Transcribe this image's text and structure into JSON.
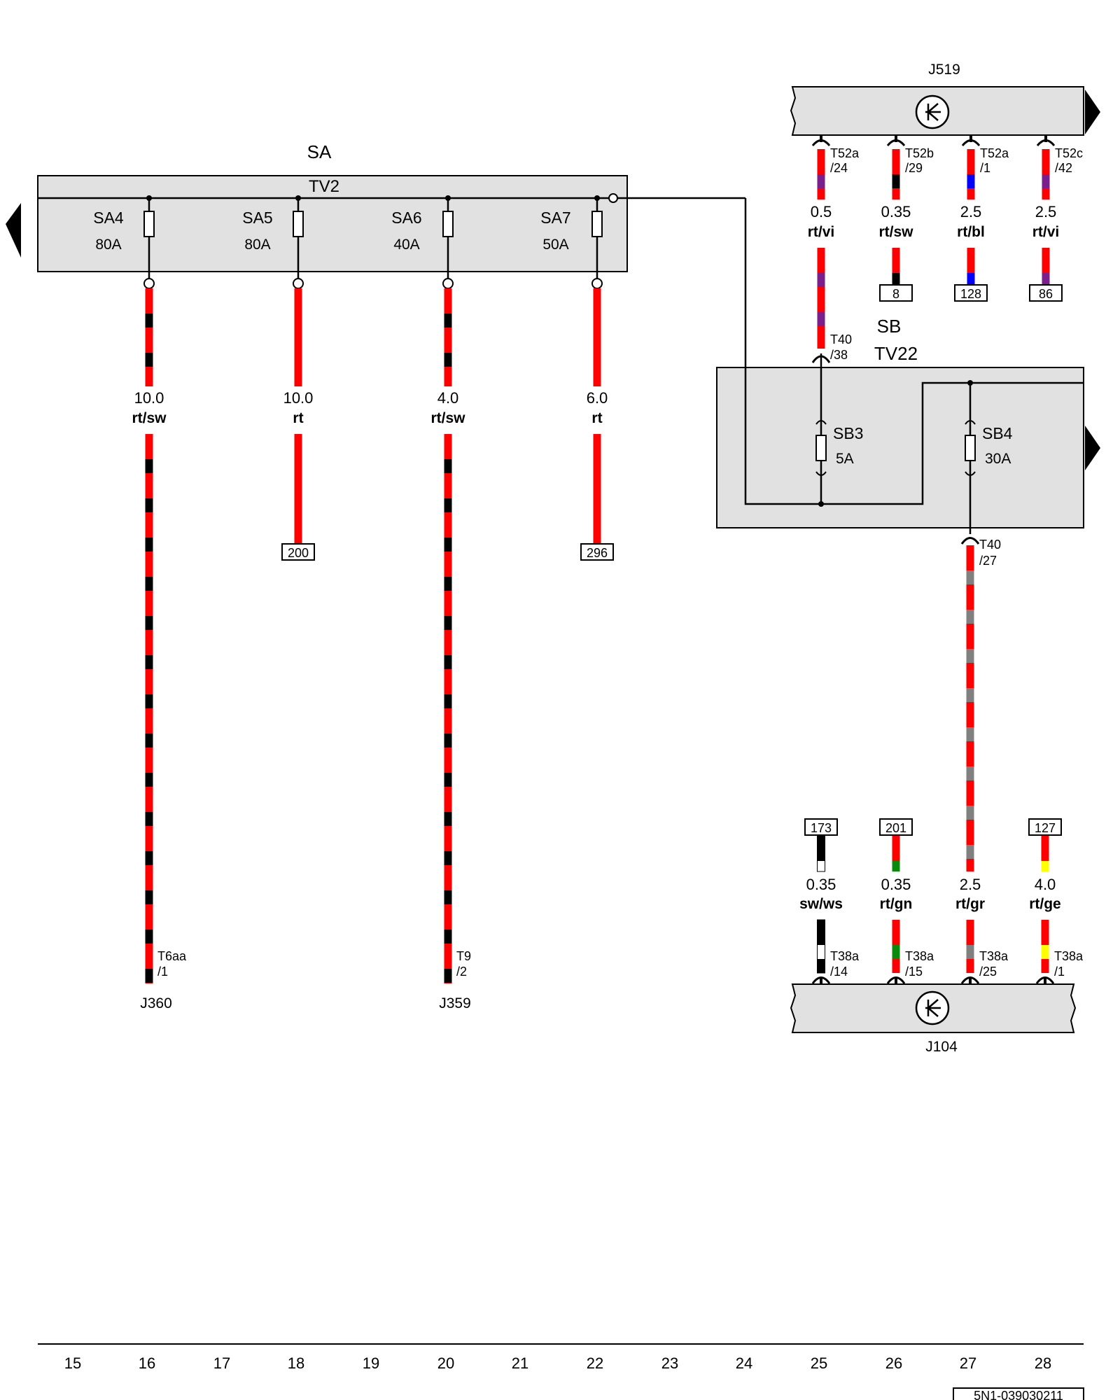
{
  "colors": {
    "panel": "#e1e1e1",
    "red": "#ff0000",
    "black": "#000000",
    "violet": "#7a1f8c",
    "blue": "#0000ff",
    "grey": "#808080",
    "green": "#0a8a0a",
    "yellow": "#ffff00",
    "white": "#ffffff"
  },
  "sa": {
    "title": "SA",
    "bar": "TV2",
    "fuses": [
      {
        "name": "SA4",
        "amp": "80A"
      },
      {
        "name": "SA5",
        "amp": "80A"
      },
      {
        "name": "SA6",
        "amp": "40A"
      },
      {
        "name": "SA7",
        "amp": "50A"
      }
    ]
  },
  "sa_wires": [
    {
      "size": "10.0",
      "code": "rt/sw",
      "colors": [
        "red",
        "black"
      ],
      "end_label": "",
      "connector": "T6aa",
      "pin": "/1",
      "component": "J360"
    },
    {
      "size": "10.0",
      "code": "rt",
      "colors": [
        "red"
      ],
      "end_label": "200",
      "connector": "",
      "pin": "",
      "component": ""
    },
    {
      "size": "4.0",
      "code": "rt/sw",
      "colors": [
        "red",
        "black"
      ],
      "end_label": "",
      "connector": "T9",
      "pin": "/2",
      "component": "J359"
    },
    {
      "size": "6.0",
      "code": "rt",
      "colors": [
        "red"
      ],
      "end_label": "296",
      "connector": "",
      "pin": "",
      "component": ""
    }
  ],
  "j519": {
    "label": "J519",
    "pins": [
      {
        "connector": "T52a",
        "pin": "/24",
        "size": "0.5",
        "code": "rt/vi",
        "colors": [
          "red",
          "violet"
        ],
        "end_label": ""
      },
      {
        "connector": "T52b",
        "pin": "/29",
        "size": "0.35",
        "code": "rt/sw",
        "colors": [
          "red",
          "black"
        ],
        "end_label": "8"
      },
      {
        "connector": "T52a",
        "pin": "/1",
        "size": "2.5",
        "code": "rt/bl",
        "colors": [
          "red",
          "blue"
        ],
        "end_label": "128"
      },
      {
        "connector": "T52c",
        "pin": "/42",
        "size": "2.5",
        "code": "rt/vi",
        "colors": [
          "red",
          "violet"
        ],
        "end_label": "86"
      }
    ]
  },
  "sb": {
    "title": "SB",
    "bar": "TV22",
    "in_connector": "T40",
    "in_pin": "/38",
    "fuses": [
      {
        "name": "SB3",
        "amp": "5A"
      },
      {
        "name": "SB4",
        "amp": "30A"
      }
    ],
    "out_connector": "T40",
    "out_pin": "/27"
  },
  "j104": {
    "label": "J104",
    "pins": [
      {
        "start_label": "173",
        "size": "0.35",
        "code": "sw/ws",
        "colors": [
          "black",
          "white"
        ],
        "connector": "T38a",
        "pin": "/14"
      },
      {
        "start_label": "201",
        "size": "0.35",
        "code": "rt/gn",
        "colors": [
          "red",
          "green"
        ],
        "connector": "T38a",
        "pin": "/15"
      },
      {
        "start_label": "",
        "size": "2.5",
        "code": "rt/gr",
        "colors": [
          "red",
          "grey"
        ],
        "connector": "T38a",
        "pin": "/25"
      },
      {
        "start_label": "127",
        "size": "4.0",
        "code": "rt/ge",
        "colors": [
          "red",
          "yellow"
        ],
        "connector": "T38a",
        "pin": "/1"
      }
    ]
  },
  "footer": {
    "columns": [
      "15",
      "16",
      "17",
      "18",
      "19",
      "20",
      "21",
      "22",
      "23",
      "24",
      "25",
      "26",
      "27",
      "28"
    ],
    "doc_number": "5N1-039030211"
  }
}
